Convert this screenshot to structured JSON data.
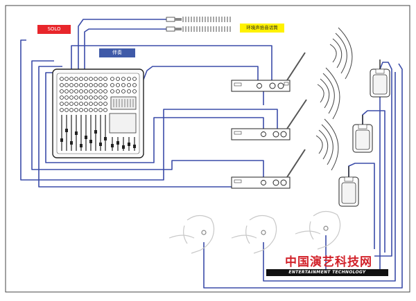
{
  "labels": {
    "solo": "SOLO",
    "ambient_mic": "环境声拾音话筒",
    "accompaniment": "伴奏"
  },
  "watermark": {
    "cn": "中国演艺科技网",
    "en": "ENTERTAINMENT TECHNOLOGY"
  },
  "colors": {
    "cable": "#3a4ba8",
    "solo_bg": "#e8262b",
    "ambient_bg": "#fff200",
    "accomp_bg": "#3f5aa8",
    "watermark_red": "#d2222a"
  },
  "icons": [
    "mixing-console-icon",
    "wireless-transmitter-icon",
    "antenna-icon",
    "wave-icon",
    "bodypack-receiver-icon",
    "in-ear-performer-icon",
    "microphone-icon"
  ]
}
